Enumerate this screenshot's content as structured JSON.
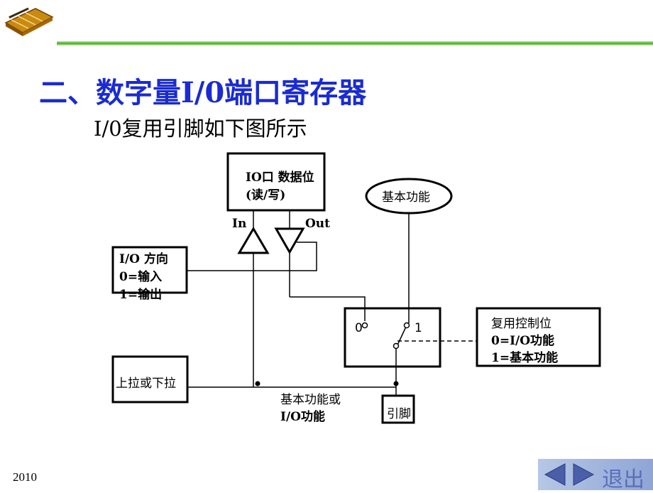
{
  "slide": {
    "title": "二、数字量I/0端口寄存器",
    "subtitle": "I/0复用引脚如下图所示",
    "footer_year": "2010"
  },
  "diagram": {
    "io_data_box": {
      "line1": "IO口 数据位",
      "line2": "(读/写)"
    },
    "in_label": "In",
    "out_label": "Out",
    "basic_function": "基本功能",
    "io_direction": {
      "line1": "I/O 方向",
      "line2": "0=输入",
      "line3": "1=输出"
    },
    "switch_0": "0",
    "switch_1": "1",
    "mux_control": {
      "line1": "复用控制位",
      "line2": "0=I/O功能",
      "line3": "1=基本功能"
    },
    "pullup": "上拉或下拉",
    "pin_function": {
      "line1": "基本功能或",
      "line2": "I/O功能"
    },
    "pin": "引脚"
  },
  "nav": {
    "prev_icon": "triangle-left-icon",
    "next_icon": "triangle-right-icon",
    "exit_label": "退出"
  },
  "colors": {
    "title": "#1a2bd1",
    "topline": "#3fae2a",
    "nav_bg": "#9fb3dc",
    "nav_text": "#5a6fb8"
  }
}
